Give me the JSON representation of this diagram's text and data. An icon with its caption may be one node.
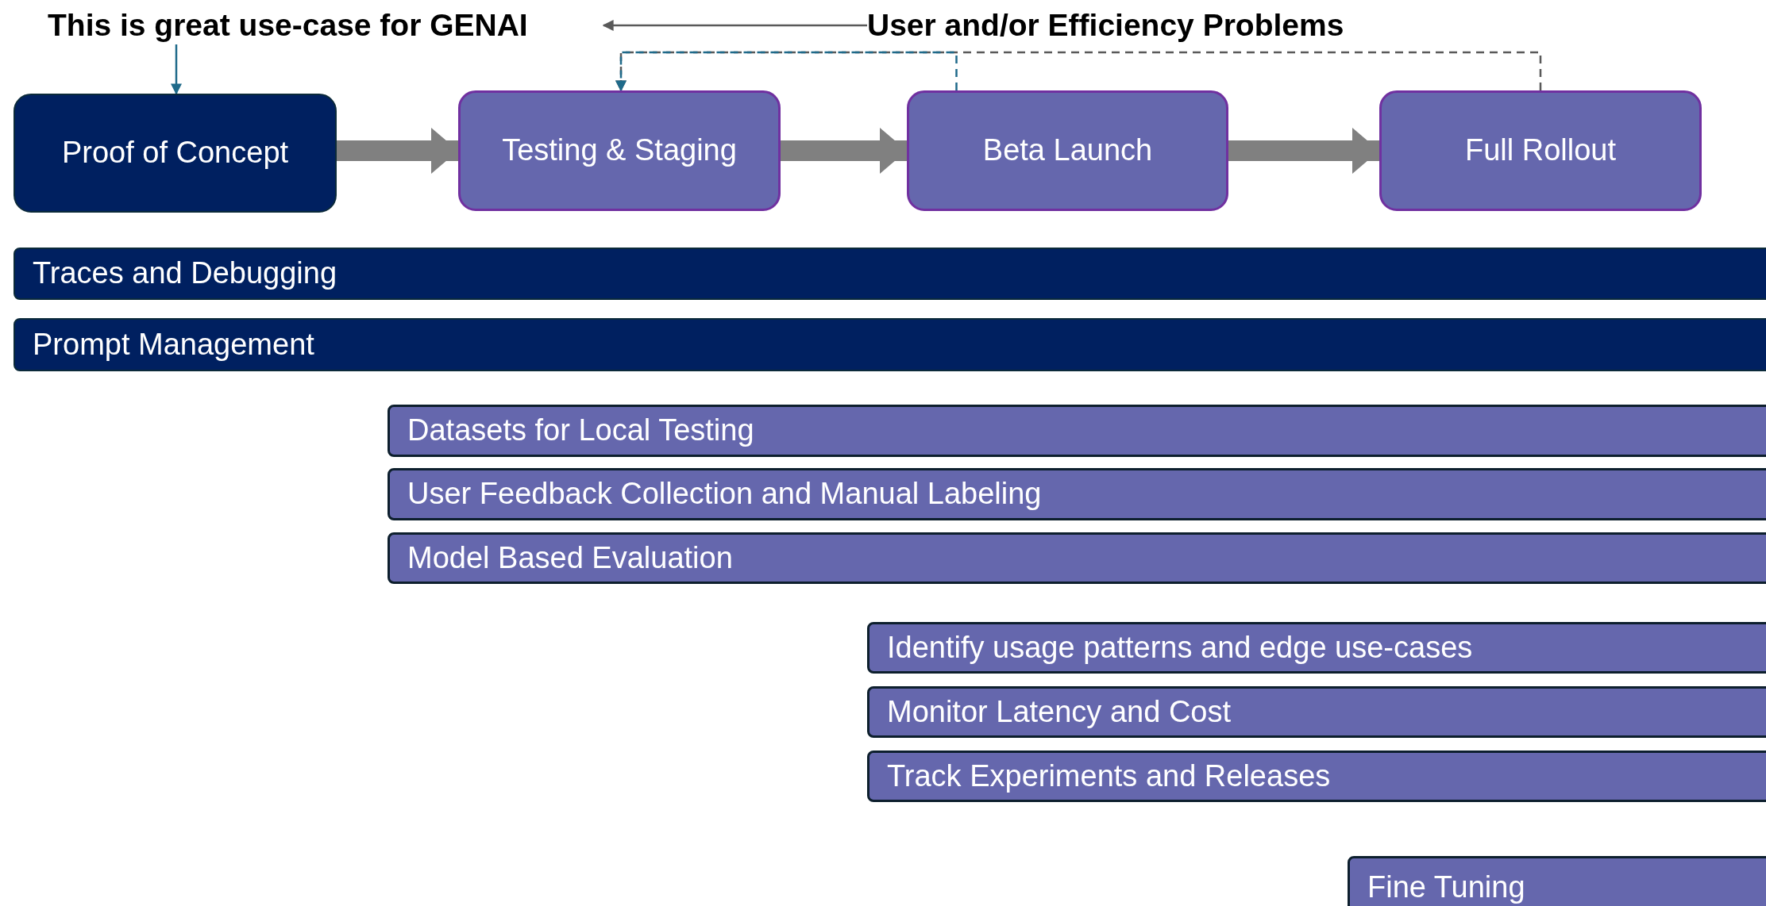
{
  "diagram": {
    "nodes": [
      {
        "text": [
          "This is great use-case for GENAI"
        ]
      },
      {
        "text": [
          "User and/or Efficiency Problems"
        ]
      },
      {
        "text": [
          "Proof of Concept"
        ]
      },
      {
        "text": [
          "Testing & Staging"
        ]
      },
      {
        "text": [
          "Beta Launch"
        ]
      },
      {
        "text": [
          "Full Rollout"
        ]
      },
      {
        "text": [
          "Traces and Debugging"
        ]
      },
      {
        "text": [
          "Prompt Management"
        ]
      },
      {
        "text": [
          "Datasets for Local Testing"
        ]
      },
      {
        "text": [
          "User Feedback Collection and Manual Labeling"
        ]
      },
      {
        "text": [
          "Model Based Evaluation"
        ]
      },
      {
        "text": [
          "Identify usage patterns and edge use-cases"
        ]
      },
      {
        "text": [
          "Monitor Latency and Cost"
        ]
      },
      {
        "text": [
          "Track Experiments and Releases"
        ]
      },
      {
        "text": [
          "Fine Tuning"
        ]
      }
    ],
    "edges": [
      {
        "from": 1,
        "to": 0,
        "arrow": "to",
        "color": "#595959"
      },
      {
        "from": 0,
        "to": 2,
        "arrow": "to",
        "color": "#1f6a8a"
      },
      {
        "from": 5,
        "to": 3,
        "arrow": "to",
        "style": "dashed",
        "color": "#595959"
      },
      {
        "from": 4,
        "to": 3,
        "arrow": "to",
        "style": "dashed",
        "color": "#1f6a8a"
      },
      {
        "from": 2,
        "to": 3,
        "arrow": "to",
        "style": "thick",
        "color": "#808080"
      },
      {
        "from": 3,
        "to": 4,
        "arrow": "to",
        "style": "thick",
        "color": "#808080"
      },
      {
        "from": 4,
        "to": 5,
        "arrow": "to",
        "style": "thick",
        "color": "#808080"
      }
    ]
  }
}
